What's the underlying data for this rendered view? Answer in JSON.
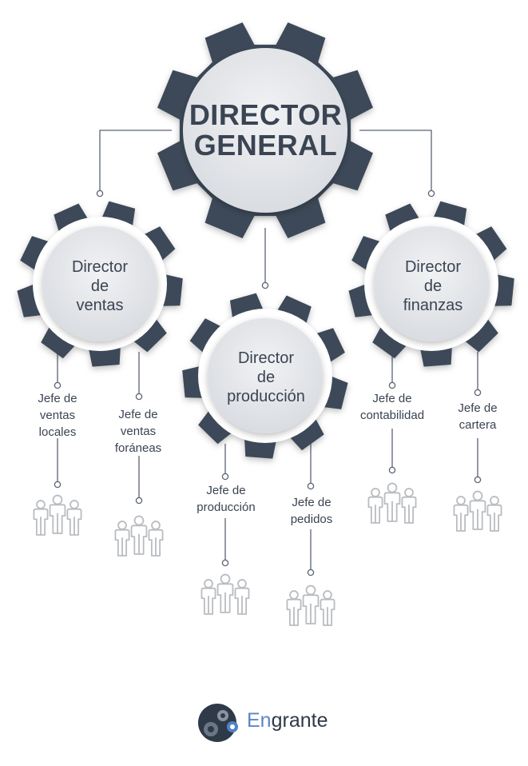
{
  "top": {
    "line1": "DIRECTOR",
    "line2": "GENERAL"
  },
  "directors": [
    {
      "id": "ventas",
      "lines": [
        "Director",
        "de",
        "ventas"
      ]
    },
    {
      "id": "produccion",
      "lines": [
        "Director",
        "de",
        "producción"
      ]
    },
    {
      "id": "finanzas",
      "lines": [
        "Director",
        "de",
        "finanzas"
      ]
    }
  ],
  "jefes": [
    {
      "lines": [
        "Jefe de",
        "ventas",
        "locales"
      ]
    },
    {
      "lines": [
        "Jefe de",
        "ventas",
        "foráneas"
      ]
    },
    {
      "lines": [
        "Jefe de",
        "producción"
      ]
    },
    {
      "lines": [
        "Jefe de",
        "pedidos"
      ]
    },
    {
      "lines": [
        "Jefe de",
        "contabilidad"
      ]
    },
    {
      "lines": [
        "Jefe de",
        "cartera"
      ]
    }
  ],
  "icons": {
    "gear": "gear-icon",
    "team": "team-icon",
    "logo": "engrante-logo-icon"
  },
  "colors": {
    "gear": "#3e4a59",
    "gear_fill": "#e3e5e9",
    "line": "#5b6472",
    "team": "#b9bcc1"
  },
  "logo": {
    "prefix": "En",
    "suffix": "grante"
  }
}
